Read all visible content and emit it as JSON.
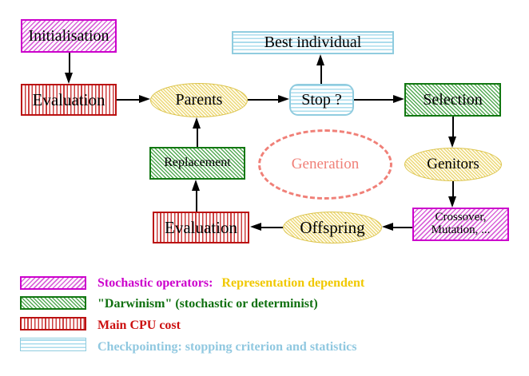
{
  "nodes": {
    "initialisation": {
      "label": "Initialisation"
    },
    "evaluation_top": {
      "label": "Evaluation"
    },
    "parents": {
      "label": "Parents"
    },
    "stop": {
      "label": "Stop ?"
    },
    "best_individual": {
      "label": "Best individual"
    },
    "selection": {
      "label": "Selection"
    },
    "genitors": {
      "label": "Genitors"
    },
    "crossover_mutation": {
      "line1": "Crossover,",
      "line2": "Mutation, ..."
    },
    "offspring": {
      "label": "Offspring"
    },
    "evaluation_bottom": {
      "label": "Evaluation"
    },
    "replacement": {
      "label": "Replacement"
    },
    "generation": {
      "label": "Generation"
    }
  },
  "legend": {
    "rows": [
      {
        "pattern": "magenta-diagonal-hatch",
        "text": "Stochastic operators:",
        "text2": "Representation dependent"
      },
      {
        "pattern": "green-diagonal-hatch",
        "text": "\"Darwinism\" (stochastic or determinist)",
        "text2": ""
      },
      {
        "pattern": "red-vertical-stripes",
        "text": "Main CPU cost",
        "text2": ""
      },
      {
        "pattern": "cyan-horizontal-stripes",
        "text": "Checkpointing: stopping criterion and statistics",
        "text2": ""
      }
    ]
  },
  "colors": {
    "magenta": "#cc00cc",
    "red": "#bb1111",
    "green": "#117711",
    "cyan": "#90ccdf",
    "yellow": "#dcc44c",
    "salmon": "#f08078",
    "legend_gold": "#f0c800",
    "legend_green": "#107010",
    "legend_red": "#cc1010",
    "legend_blue": "#90c8e0",
    "text": "#000000"
  }
}
